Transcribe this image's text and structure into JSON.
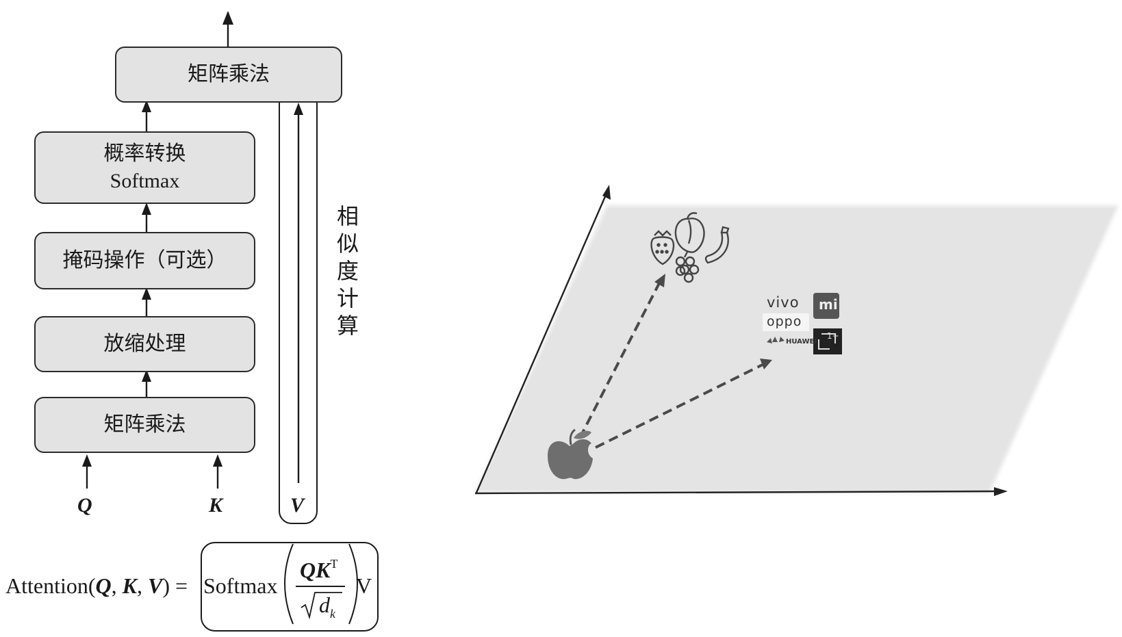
{
  "attention_flow": {
    "top_matmul": "矩阵乘法",
    "softmax_line1": "概率转换",
    "softmax_line2": "Softmax",
    "mask": "掩码操作（可选）",
    "scale": "放缩处理",
    "bottom_matmul": "矩阵乘法",
    "inputs": {
      "q": "Q",
      "k": "K",
      "v": "V"
    },
    "similarity_label": [
      "相",
      "似",
      "度",
      "计",
      "算"
    ]
  },
  "formula": {
    "lhs": "Attention(",
    "q": "Q",
    "comma1": ", ",
    "k": "K",
    "comma2": ", ",
    "v": "V",
    "rhs_close": ") =",
    "softmax": "Softmax",
    "num_q": "Q",
    "num_k": "K",
    "num_sup": "T",
    "den_sqrt": "√",
    "den_d": "d",
    "den_k": "k",
    "tail_v": "V"
  },
  "semantic_plane": {
    "items": [
      "fruits-icon",
      "apple-icon"
    ],
    "brands": {
      "vivo": "vivo",
      "mi": "mi",
      "oppo": "oppo",
      "huawei": "HUAWEI",
      "oneplus": "1+"
    }
  },
  "colors": {
    "box_fill": "#e3e3e3",
    "plane_fill": "#e6e6e6",
    "arrow": "#1a1a1a",
    "dashed_arrow": "#555555"
  }
}
